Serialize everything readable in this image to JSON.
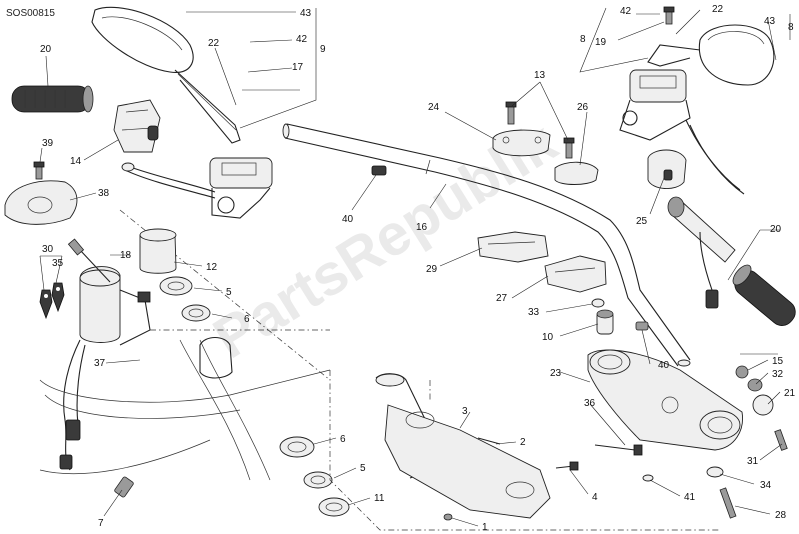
{
  "diagram_code": "SOS00815",
  "watermark": "PartsRepublik",
  "callouts": {
    "c1": "1",
    "c2": "2",
    "c3": "3",
    "c4": "4",
    "c5a": "5",
    "c5b": "5",
    "c6a": "6",
    "c6b": "6",
    "c7": "7",
    "c8": "8",
    "c8r": "8",
    "c9": "9",
    "c10": "10",
    "c11": "11",
    "c12": "12",
    "c13": "13",
    "c14": "14",
    "c15": "15",
    "c16": "16",
    "c17": "17",
    "c18": "18",
    "c19": "19",
    "c20l": "20",
    "c20r": "20",
    "c21": "21",
    "c22l": "22",
    "c22r": "22",
    "c23": "23",
    "c24": "24",
    "c25": "25",
    "c26": "26",
    "c27": "27",
    "c28": "28",
    "c29": "29",
    "c30": "30",
    "c31": "31",
    "c32": "32",
    "c33": "33",
    "c34": "34",
    "c35": "35",
    "c36": "36",
    "c37": "37",
    "c38": "38",
    "c39": "39",
    "c40a": "40",
    "c40b": "40",
    "c41": "41",
    "c42l": "42",
    "c42r": "42",
    "c43l": "43",
    "c43r": "43"
  }
}
